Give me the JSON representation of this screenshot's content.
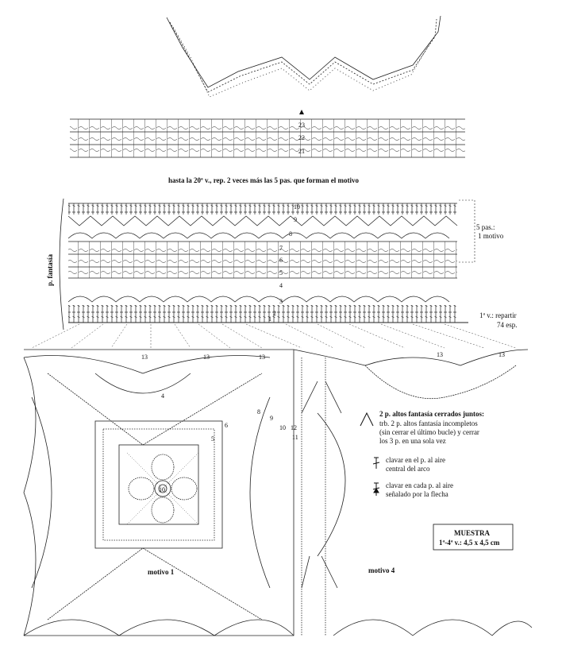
{
  "edging": {
    "row_numbers": [
      "23",
      "22",
      "21"
    ],
    "caption": "hasta la 20ª v., rep. 2 veces más las 5 pas. que forman el motivo"
  },
  "band": {
    "side_label": "p. fantasía",
    "row_numbers": [
      "10",
      "9",
      "8",
      "7",
      "6",
      "5",
      "4",
      "3",
      "2",
      "1"
    ],
    "repeat_label_1": "5 pas.:",
    "repeat_label_2": "1 motivo",
    "first_row_label_1": "1ª v.: repartir",
    "first_row_label_2": "74 esp."
  },
  "motif": {
    "join_numbers": [
      "13",
      "13",
      "13",
      "13",
      "13"
    ],
    "round_numbers": [
      "4",
      "5",
      "6",
      "8",
      "9",
      "10",
      "11",
      "12",
      "10"
    ],
    "motif1_label": "motivo 1",
    "motif4_label": "motivo 4"
  },
  "legend": {
    "item1_title": "2 p. altos fantasía cerrados juntos:",
    "item1_line1": "trb. 2 p. altos fantasía incompletos",
    "item1_line2": "(sin cerrar el último bucle) y cerrar",
    "item1_line3": "los 3 p. en una sola vez",
    "item2_line1": "clavar en el p. al aire",
    "item2_line2": "central del arco",
    "item3_line1": "clavar en cada p. al aire",
    "item3_line2": "señalado por la flecha"
  },
  "sample": {
    "title": "MUESTRA",
    "value": "1ª-4ª v.: 4,5 x 4,5 cm"
  }
}
